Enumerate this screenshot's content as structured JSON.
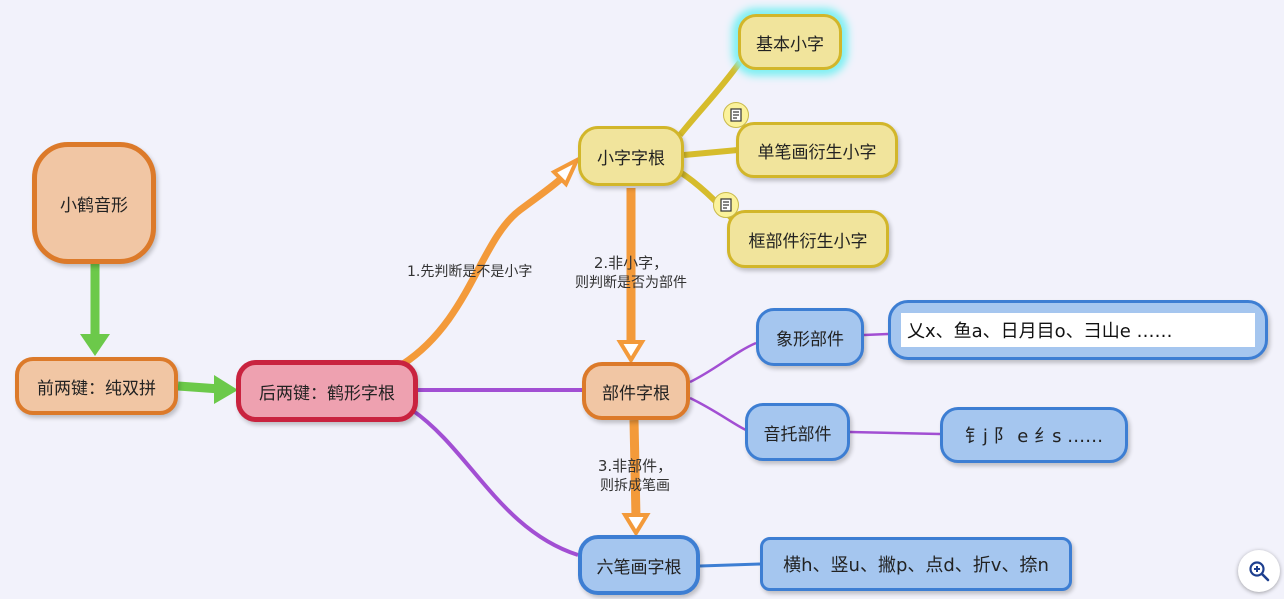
{
  "nodes": {
    "root": "小鹤音形",
    "first_two_keys": "前两键：纯双拼",
    "last_two_keys": "后两键：鹤形字根",
    "small_char_root": "小字字根",
    "basic_small_char": "基本小字",
    "single_stroke_small_char": "单笔画衍生小字",
    "frame_component_small_char": "框部件衍生小字",
    "component_root": "部件字根",
    "pictographic_component": "象形部件",
    "pictographic_examples": "乂x、鱼a、日月目o、彐山e  ……",
    "phonetic_component": "音托部件",
    "phonetic_examples": "钅j 阝 e 纟s ……",
    "six_stroke_root": "六笔画字根",
    "six_stroke_examples": "横h、竖u、撇p、点d、折v、捺n"
  },
  "edge_labels": {
    "step1": "1.先判断是不是小字",
    "step2_line1": "2.非小字，",
    "step2_line2": "则判断是否为部件",
    "step3_line1": "3.非部件，",
    "step3_line2": "则拆成笔画"
  },
  "icons": {
    "note": "note-icon",
    "zoom": "zoom-in-icon"
  },
  "colors": {
    "green_arrow": "#6cc94a",
    "orange_arrow": "#f39a3a",
    "yellow_branch": "#d6bc2c",
    "purple_branch": "#a24fd3",
    "blue_branch": "#3d7ed3",
    "highlight_glow": "#7ff0f2"
  }
}
